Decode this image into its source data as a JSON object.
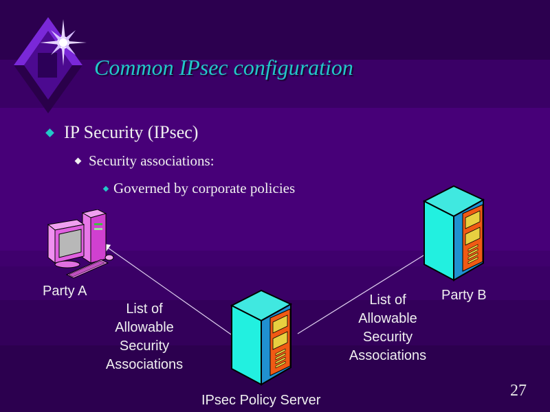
{
  "slide": {
    "title": "Common IPsec configuration",
    "page_number": "27",
    "bullets": [
      {
        "level": 1,
        "text": "IP Security (IPsec)"
      },
      {
        "level": 2,
        "text": "Security associations:"
      },
      {
        "level": 3,
        "text": "Governed by corporate policies"
      }
    ]
  },
  "diagram": {
    "party_a": {
      "label": "Party A",
      "icon": "desktop-computer-icon"
    },
    "party_b": {
      "label": "Party B",
      "icon": "server-tower-icon"
    },
    "policy_server": {
      "label": "IPsec Policy Server",
      "icon": "server-tower-icon"
    },
    "arrow_left_label": [
      "List of",
      "Allowable",
      "Security",
      "Associations"
    ],
    "arrow_right_label": [
      "List of",
      "Allowable",
      "Security",
      "Associations"
    ]
  },
  "colors": {
    "title": "#22c8c8",
    "text": "#f0f0f0",
    "background": "#470078",
    "server_front": "#22f0e0",
    "server_panel": "#f05a14"
  }
}
